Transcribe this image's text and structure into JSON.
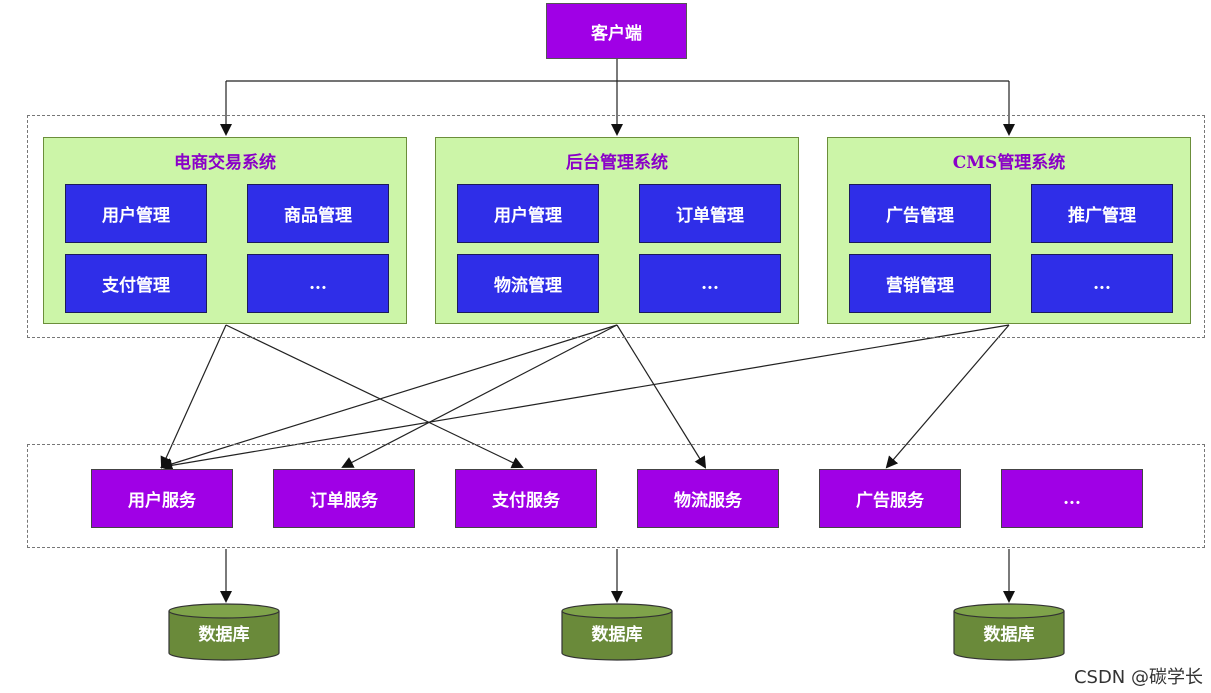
{
  "client": {
    "label": "客户端"
  },
  "systems": [
    {
      "title": "电商交易系统",
      "modules": [
        "用户管理",
        "商品管理",
        "支付管理",
        "..."
      ]
    },
    {
      "title": "后台管理系统",
      "modules": [
        "用户管理",
        "订单管理",
        "物流管理",
        "..."
      ]
    },
    {
      "title": "CMS管理系统",
      "modules": [
        "广告管理",
        "推广管理",
        "营销管理",
        "..."
      ]
    }
  ],
  "services": [
    "用户服务",
    "订单服务",
    "支付服务",
    "物流服务",
    "广告服务",
    "..."
  ],
  "databases": [
    "数据库",
    "数据库",
    "数据库"
  ],
  "watermark": "CSDN @碳学长",
  "colors": {
    "client": "#a000e6",
    "system_bg": "#ccf5a8",
    "module": "#2f2ee8",
    "service": "#a000e6",
    "database": "#6a8a3a"
  }
}
